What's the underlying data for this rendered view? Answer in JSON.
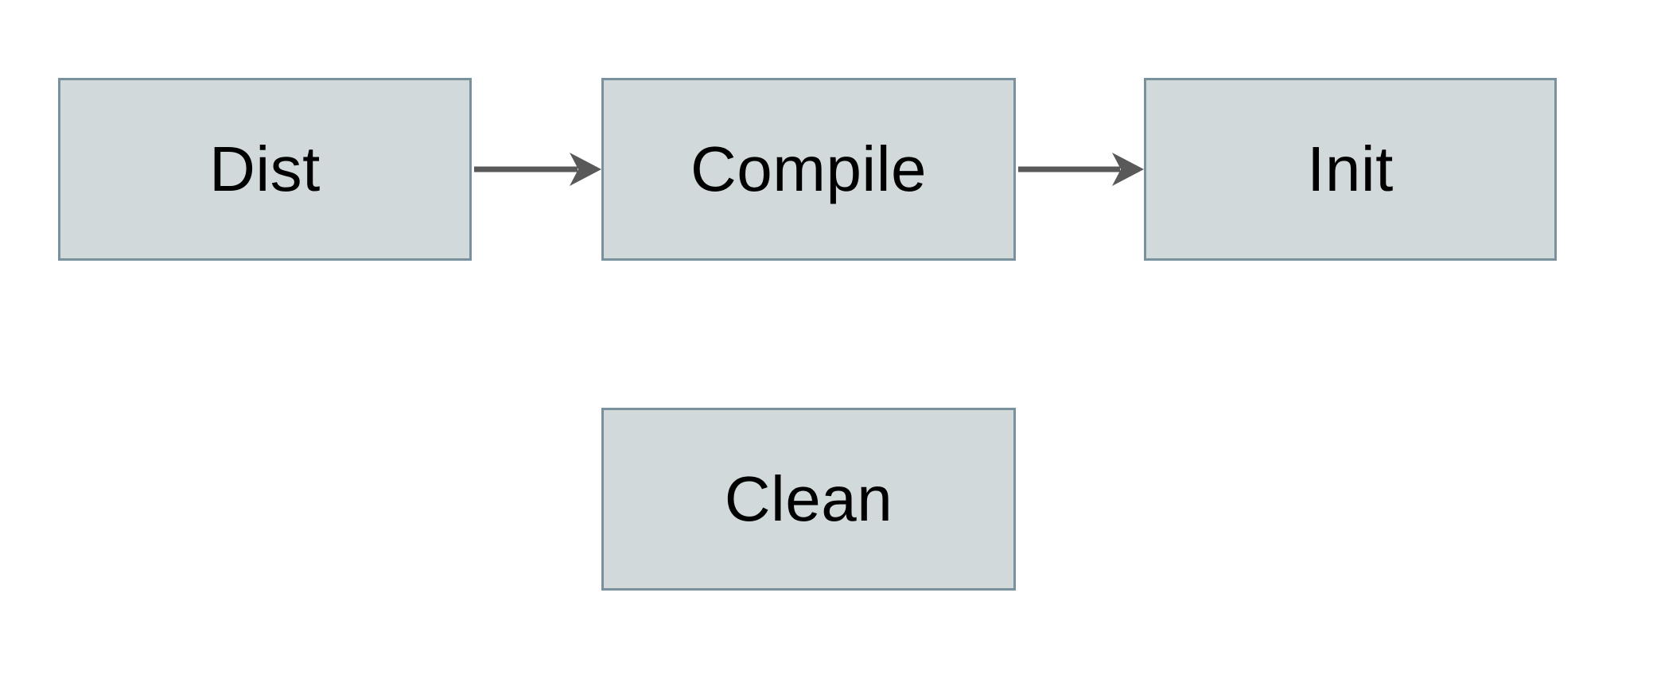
{
  "diagram": {
    "nodes": [
      {
        "id": "dist",
        "label": "Dist"
      },
      {
        "id": "compile",
        "label": "Compile"
      },
      {
        "id": "init",
        "label": "Init"
      },
      {
        "id": "clean",
        "label": "Clean"
      }
    ],
    "edges": [
      {
        "from": "dist",
        "to": "compile"
      },
      {
        "from": "compile",
        "to": "init"
      }
    ],
    "colors": {
      "node_fill": "#d2d9db",
      "node_border": "#78919d",
      "arrow": "#595959",
      "label": "#000000",
      "background": "#ffffff"
    }
  }
}
